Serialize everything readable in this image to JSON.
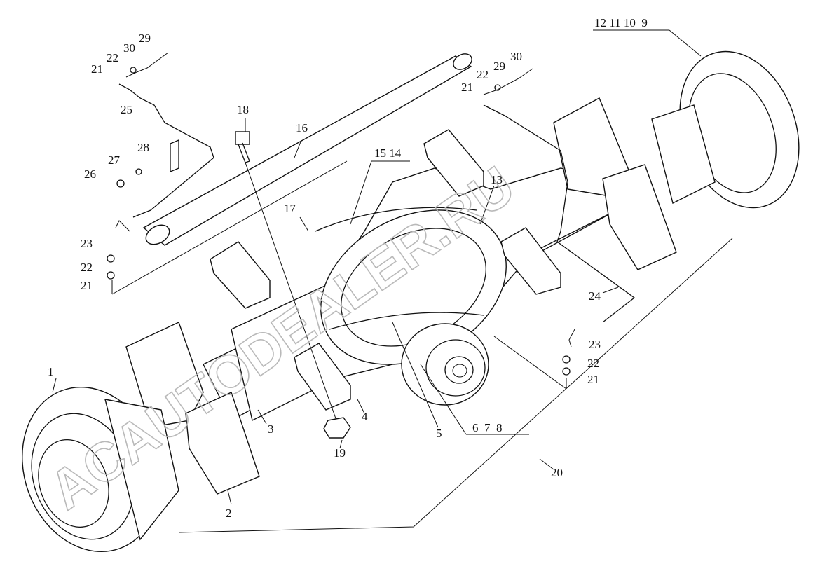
{
  "watermark": "ACAUTODEALER.RU",
  "labels": [
    {
      "id": "1",
      "text": "1"
    },
    {
      "id": "2",
      "text": "2"
    },
    {
      "id": "3",
      "text": "3"
    },
    {
      "id": "4",
      "text": "4"
    },
    {
      "id": "5",
      "text": "5"
    },
    {
      "id": "678",
      "text": "6  7  8"
    },
    {
      "id": "9-12",
      "text": "12 11 10  9"
    },
    {
      "id": "13",
      "text": "13"
    },
    {
      "id": "1514",
      "text": "15 14"
    },
    {
      "id": "16",
      "text": "16"
    },
    {
      "id": "17",
      "text": "17"
    },
    {
      "id": "18",
      "text": "18"
    },
    {
      "id": "19",
      "text": "19"
    },
    {
      "id": "20",
      "text": "20"
    },
    {
      "id": "21a",
      "text": "21"
    },
    {
      "id": "22a",
      "text": "22"
    },
    {
      "id": "30a",
      "text": "30"
    },
    {
      "id": "29a",
      "text": "29"
    },
    {
      "id": "25",
      "text": "25"
    },
    {
      "id": "28",
      "text": "28"
    },
    {
      "id": "27",
      "text": "27"
    },
    {
      "id": "26",
      "text": "26"
    },
    {
      "id": "23a",
      "text": "23"
    },
    {
      "id": "22b",
      "text": "22"
    },
    {
      "id": "21b",
      "text": "21"
    },
    {
      "id": "21c",
      "text": "21"
    },
    {
      "id": "22c",
      "text": "22"
    },
    {
      "id": "29b",
      "text": "29"
    },
    {
      "id": "30b",
      "text": "30"
    },
    {
      "id": "24",
      "text": "24"
    },
    {
      "id": "23b",
      "text": "23"
    },
    {
      "id": "22d",
      "text": "22"
    },
    {
      "id": "21d",
      "text": "21"
    }
  ]
}
